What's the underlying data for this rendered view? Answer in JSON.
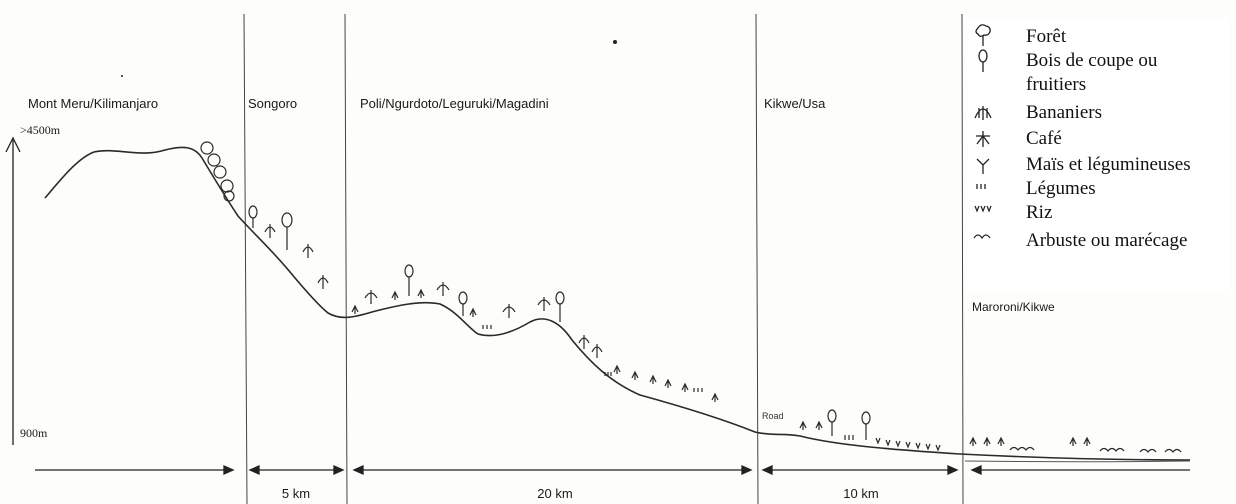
{
  "zones": [
    {
      "label": "Mont Meru/Kilimanjaro"
    },
    {
      "label": "Songoro"
    },
    {
      "label": "Poli/Ngurdoto/Leguruki/Magadini"
    },
    {
      "label": "Kikwe/Usa"
    },
    {
      "label": "Maroroni/Kikwe"
    }
  ],
  "altitude": {
    "top": ">4500m",
    "bottom": "900m"
  },
  "road_label": "Road",
  "distances": [
    "5 km",
    "20 km",
    "10 km"
  ],
  "legend": [
    {
      "icon": "forest-icon",
      "label": "Forêt"
    },
    {
      "icon": "timber-fruit-tree-icon",
      "label": "Bois de coupe ou"
    },
    {
      "icon": null,
      "label": "fruitiers"
    },
    {
      "icon": "banana-icon",
      "label": "Bananiers"
    },
    {
      "icon": "coffee-icon",
      "label": "Café"
    },
    {
      "icon": "maize-icon",
      "label": "Maïs et légumineuses"
    },
    {
      "icon": "vegetables-icon",
      "label": "Légumes"
    },
    {
      "icon": "rice-icon",
      "label": "Riz"
    },
    {
      "icon": "shrub-icon",
      "label": "Arbuste ou marécage"
    }
  ],
  "colors": {
    "ink": "#2a2a2a",
    "paper": "#fdfdfc"
  }
}
